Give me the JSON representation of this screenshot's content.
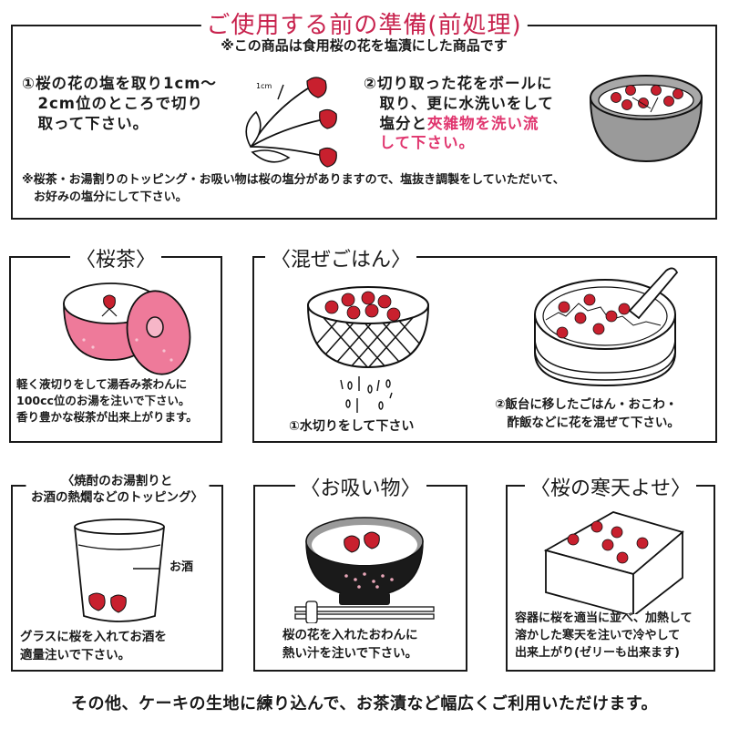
{
  "prep": {
    "title": "ご使用する前の準備(前処理)",
    "subtitle": "※この商品は食用桜の花を塩漬にした商品です",
    "step1": {
      "lines": [
        "①桜の花の塩を取り1cm～",
        "　2cm位のところで切り",
        "　取って下さい。"
      ],
      "measure_label": "1cm"
    },
    "step2": {
      "line1": "②切り取った花をボールに",
      "line2": "　取り、更に水洗いをして",
      "line3_prefix": "　塩分と",
      "line3_highlight": "夾雑物を洗い流",
      "line4_highlight": "　して下さい。"
    },
    "note": {
      "line1": "※桜茶・お湯割りのトッピング・お吸い物は桜の塩分がありますので、塩抜き調製をしていただいて、",
      "line2": "　お好みの塩分にして下さい。"
    }
  },
  "sakura_tea": {
    "title": "〈桜茶〉",
    "lines": [
      "軽く液切りをして湯呑み茶わんに",
      "100cc位のお湯を注いで下さい。",
      "香り豊かな桜茶が出来上がります。"
    ]
  },
  "mixed_rice": {
    "title": "〈混ぜごはん〉",
    "step1": "①水切りをして下さい",
    "step2_lines": [
      "②飯台に移したごはん・おこわ・",
      "　酢飯などに花を混ぜて下さい。"
    ]
  },
  "shochu": {
    "title_lines": [
      "〈焼酎のお湯割りと",
      "お酒の熱燗などのトッピング〉"
    ],
    "label": "お酒",
    "lines": [
      "グラスに桜を入れてお酒を",
      "適量注いで下さい。"
    ]
  },
  "soup": {
    "title": "〈お吸い物〉",
    "lines": [
      "桜の花を入れたおわんに",
      "熱い汁を注いで下さい。"
    ]
  },
  "kanten": {
    "title": "〈桜の寒天よせ〉",
    "lines": [
      "容器に桜を適当に並べ、加熱して",
      "溶かした寒天を注いで冷やして",
      "出来上がり(ゼリーも出来ます)"
    ]
  },
  "footer": "その他、ケーキの生地に練り込んで、お茶漬など幅広くご利用いただけます。",
  "colors": {
    "title_red": "#c8234e",
    "highlight_pink": "#e0356e",
    "blossom_red": "#c8202e",
    "bowl_pink": "#ee7a9a",
    "bowl_grey": "#9a9a9a"
  }
}
